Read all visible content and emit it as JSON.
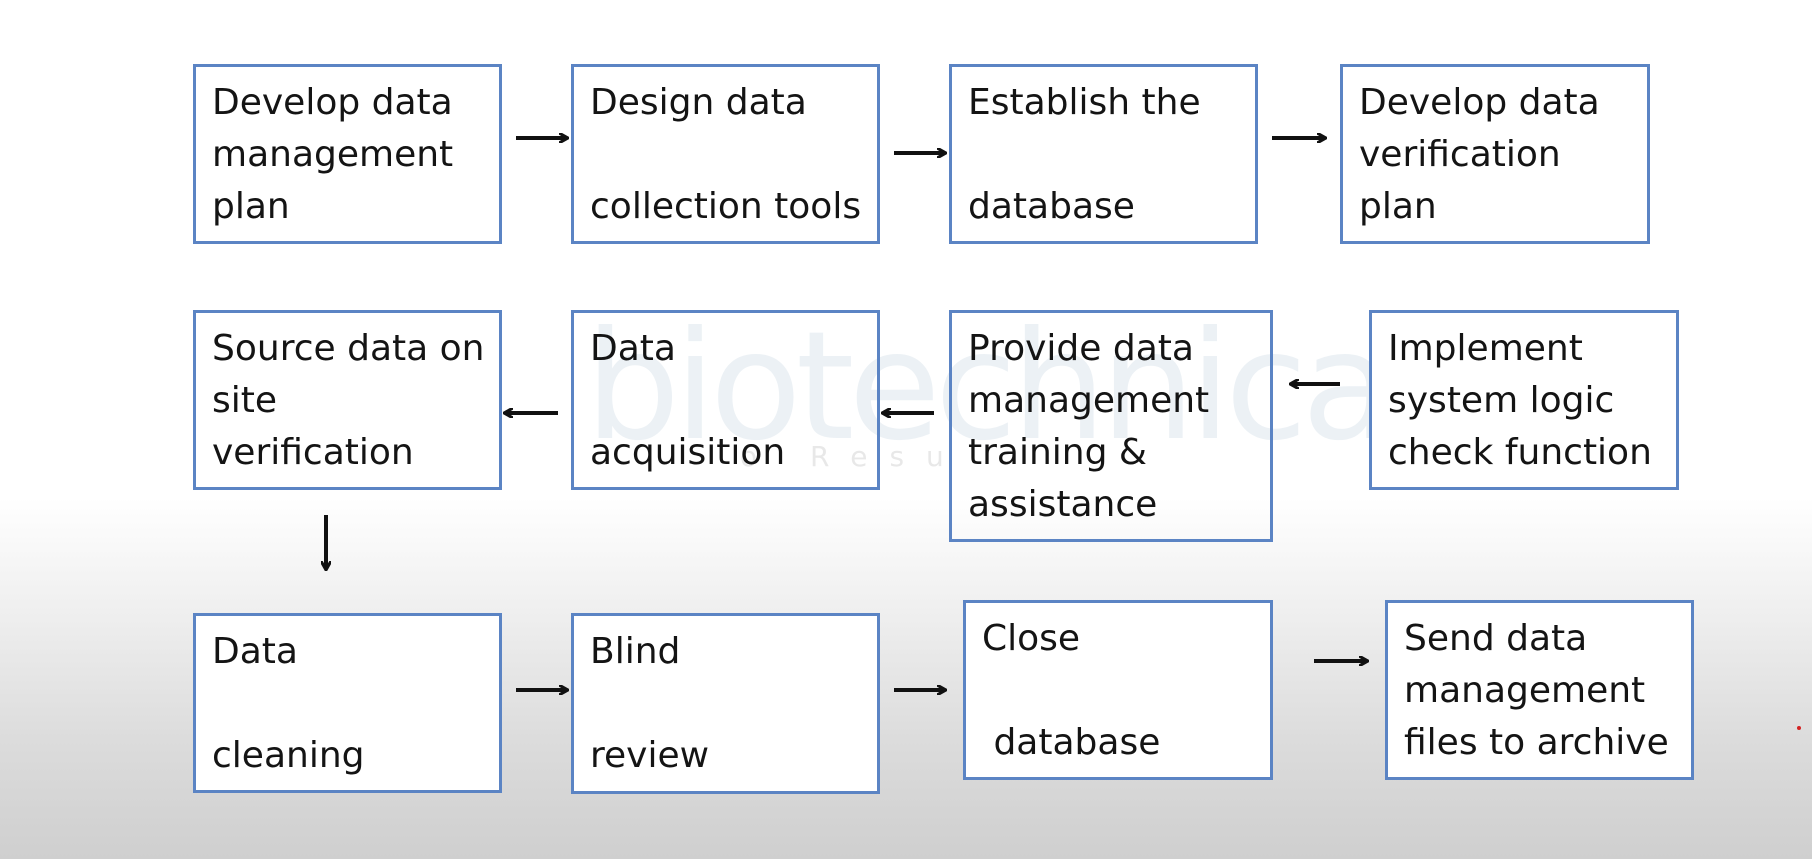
{
  "watermark": {
    "text": "biotechnica",
    "tagline": "o Resu"
  },
  "colors": {
    "box_border": "#5b84c4",
    "arrow": "#111111"
  },
  "steps": [
    {
      "lines": [
        "Develop data",
        "management",
        "plan"
      ]
    },
    {
      "lines": [
        "Design data",
        "",
        "collection tools"
      ]
    },
    {
      "lines": [
        "Establish the",
        "",
        "database"
      ]
    },
    {
      "lines": [
        "Develop data",
        "verification",
        "plan"
      ]
    },
    {
      "lines": [
        "Implement",
        "system logic",
        "check function"
      ]
    },
    {
      "lines": [
        "Provide data",
        "management",
        "training &",
        "assistance"
      ]
    },
    {
      "lines": [
        "Data",
        "",
        "acquisition"
      ]
    },
    {
      "lines": [
        "Source data on",
        "site",
        "verification"
      ]
    },
    {
      "lines": [
        "Data",
        "",
        "cleaning"
      ]
    },
    {
      "lines": [
        "Blind",
        "",
        "review"
      ]
    },
    {
      "lines": [
        "Close",
        "",
        " database"
      ]
    },
    {
      "lines": [
        "Send data",
        "management",
        "files to archive"
      ]
    }
  ]
}
